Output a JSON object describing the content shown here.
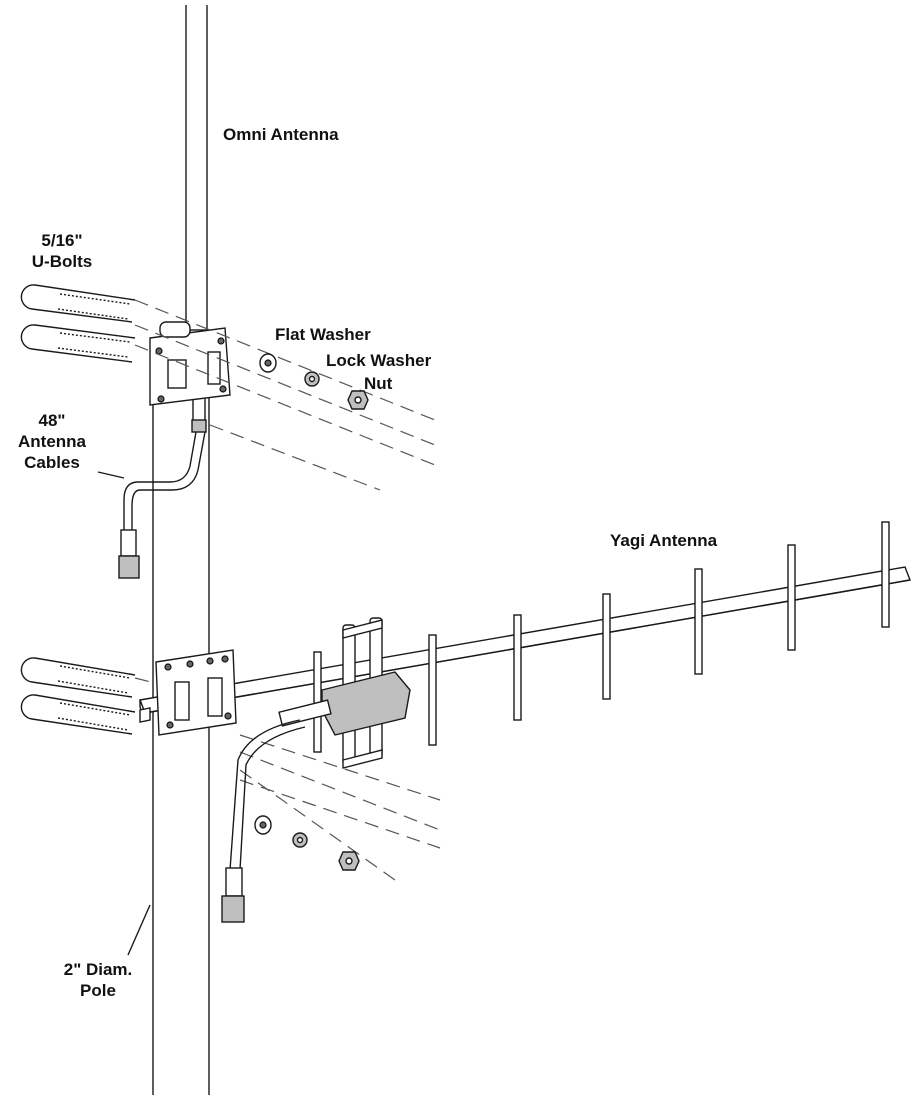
{
  "labels": {
    "omni_antenna": "Omni Antenna",
    "u_bolts_size": "5/16\"",
    "u_bolts": "U-Bolts",
    "flat_washer": "Flat Washer",
    "lock_washer": "Lock Washer",
    "nut": "Nut",
    "cable_length": "48\"",
    "antenna": "Antenna",
    "cables": "Cables",
    "yagi_antenna": "Yagi Antenna",
    "pole_diam": "2\" Diam.",
    "pole": "Pole"
  }
}
